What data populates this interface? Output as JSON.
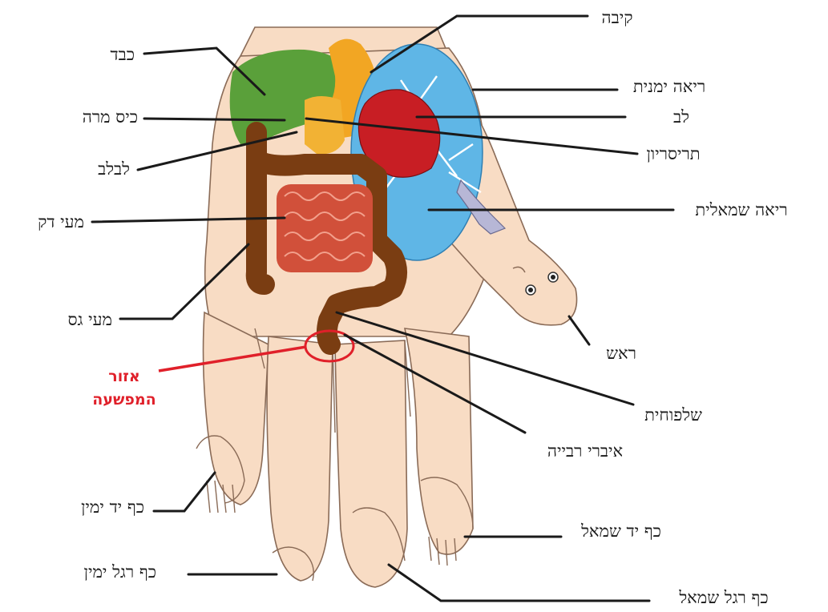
{
  "labels": {
    "stomach": "קיבה",
    "liver": "כבד",
    "right_lung": "ריאה ימנית",
    "gallbladder": "כיס מרה",
    "heart": "לב",
    "duodenum": "תריסריון",
    "pancreas": "לבלב",
    "left_lung": "ריאה שמאלית",
    "small_intestine": "מעי דק",
    "large_intestine": "מעי גס",
    "head": "ראש",
    "bladder": "שלפוחית",
    "reproductive_organs": "איברי רבייה",
    "right_hand": "כף יד ימין",
    "left_hand": "כף יד שמאל",
    "right_foot": "כף רגל ימין",
    "left_foot": "כף רגל שמאל"
  },
  "highlight": {
    "line1": "אזור",
    "line2": "המפשעה",
    "color": "#e0202a"
  },
  "colors": {
    "liver": "#5aa03a",
    "stomach": "#f2a623",
    "lungs": "#5fb6e6",
    "heart": "#c81e24",
    "intestine_small": "#d1503a",
    "intestine_large": "#7a3d12",
    "skin": "#f8dcc4"
  }
}
